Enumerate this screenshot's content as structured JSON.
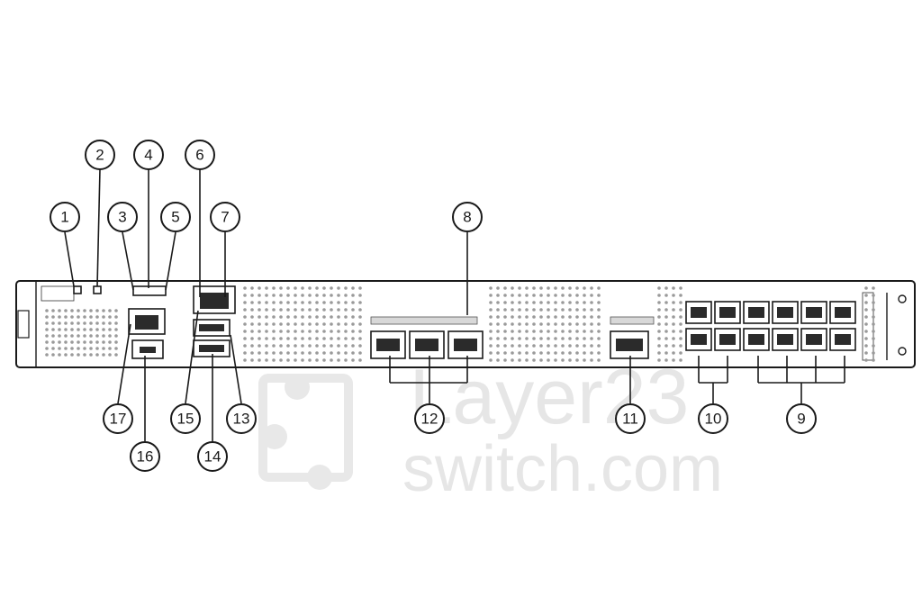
{
  "diagram": {
    "callouts": [
      "1",
      "2",
      "3",
      "4",
      "5",
      "6",
      "7",
      "8",
      "9",
      "10",
      "11",
      "12",
      "13",
      "14",
      "15",
      "16",
      "17"
    ]
  },
  "watermark": {
    "line1": "Layer23",
    "line2": "switch.com"
  },
  "colors": {
    "ink": "#1a1a1a",
    "vent": "#9a9a9a",
    "watermark": "#e6e6e6"
  }
}
